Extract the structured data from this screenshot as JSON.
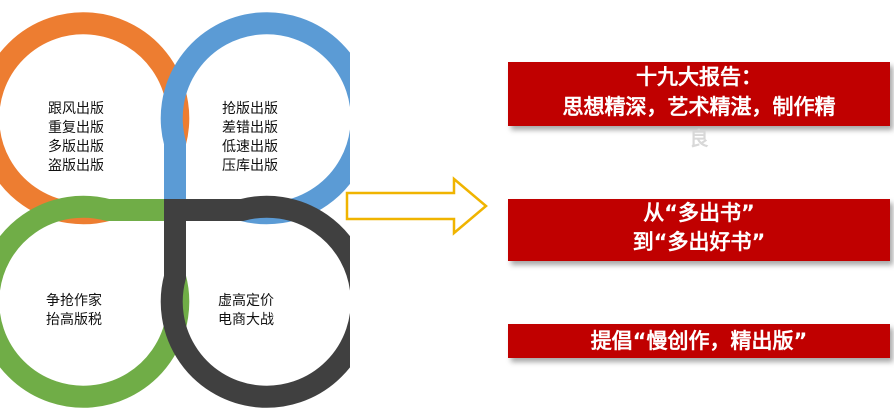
{
  "colors": {
    "orange": "#ed7d31",
    "blue": "#5b9bd5",
    "green": "#70ad47",
    "dark": "#404040",
    "red_box": "#c00000",
    "arrow_outline": "#f0b400"
  },
  "petals": {
    "top_left": {
      "lines": [
        "跟风出版",
        "重复出版",
        "多版出版",
        "盗版出版"
      ]
    },
    "top_right": {
      "lines": [
        "抢版出版",
        "差错出版",
        "低速出版",
        "压库出版"
      ]
    },
    "bottom_left": {
      "lines": [
        "争抢作家",
        "抬高版税"
      ]
    },
    "bottom_right": {
      "lines": [
        "虚高定价",
        "电商大战"
      ]
    }
  },
  "boxes": {
    "box1": {
      "line1": "十九大报告：",
      "line2": "思想精深，艺术精湛，制作精",
      "overflow": "良"
    },
    "box2": {
      "line1": "从“多出书”",
      "line2": "到“多出好书”"
    },
    "box3": {
      "line1": "提倡“慢创作，精出版”"
    }
  }
}
